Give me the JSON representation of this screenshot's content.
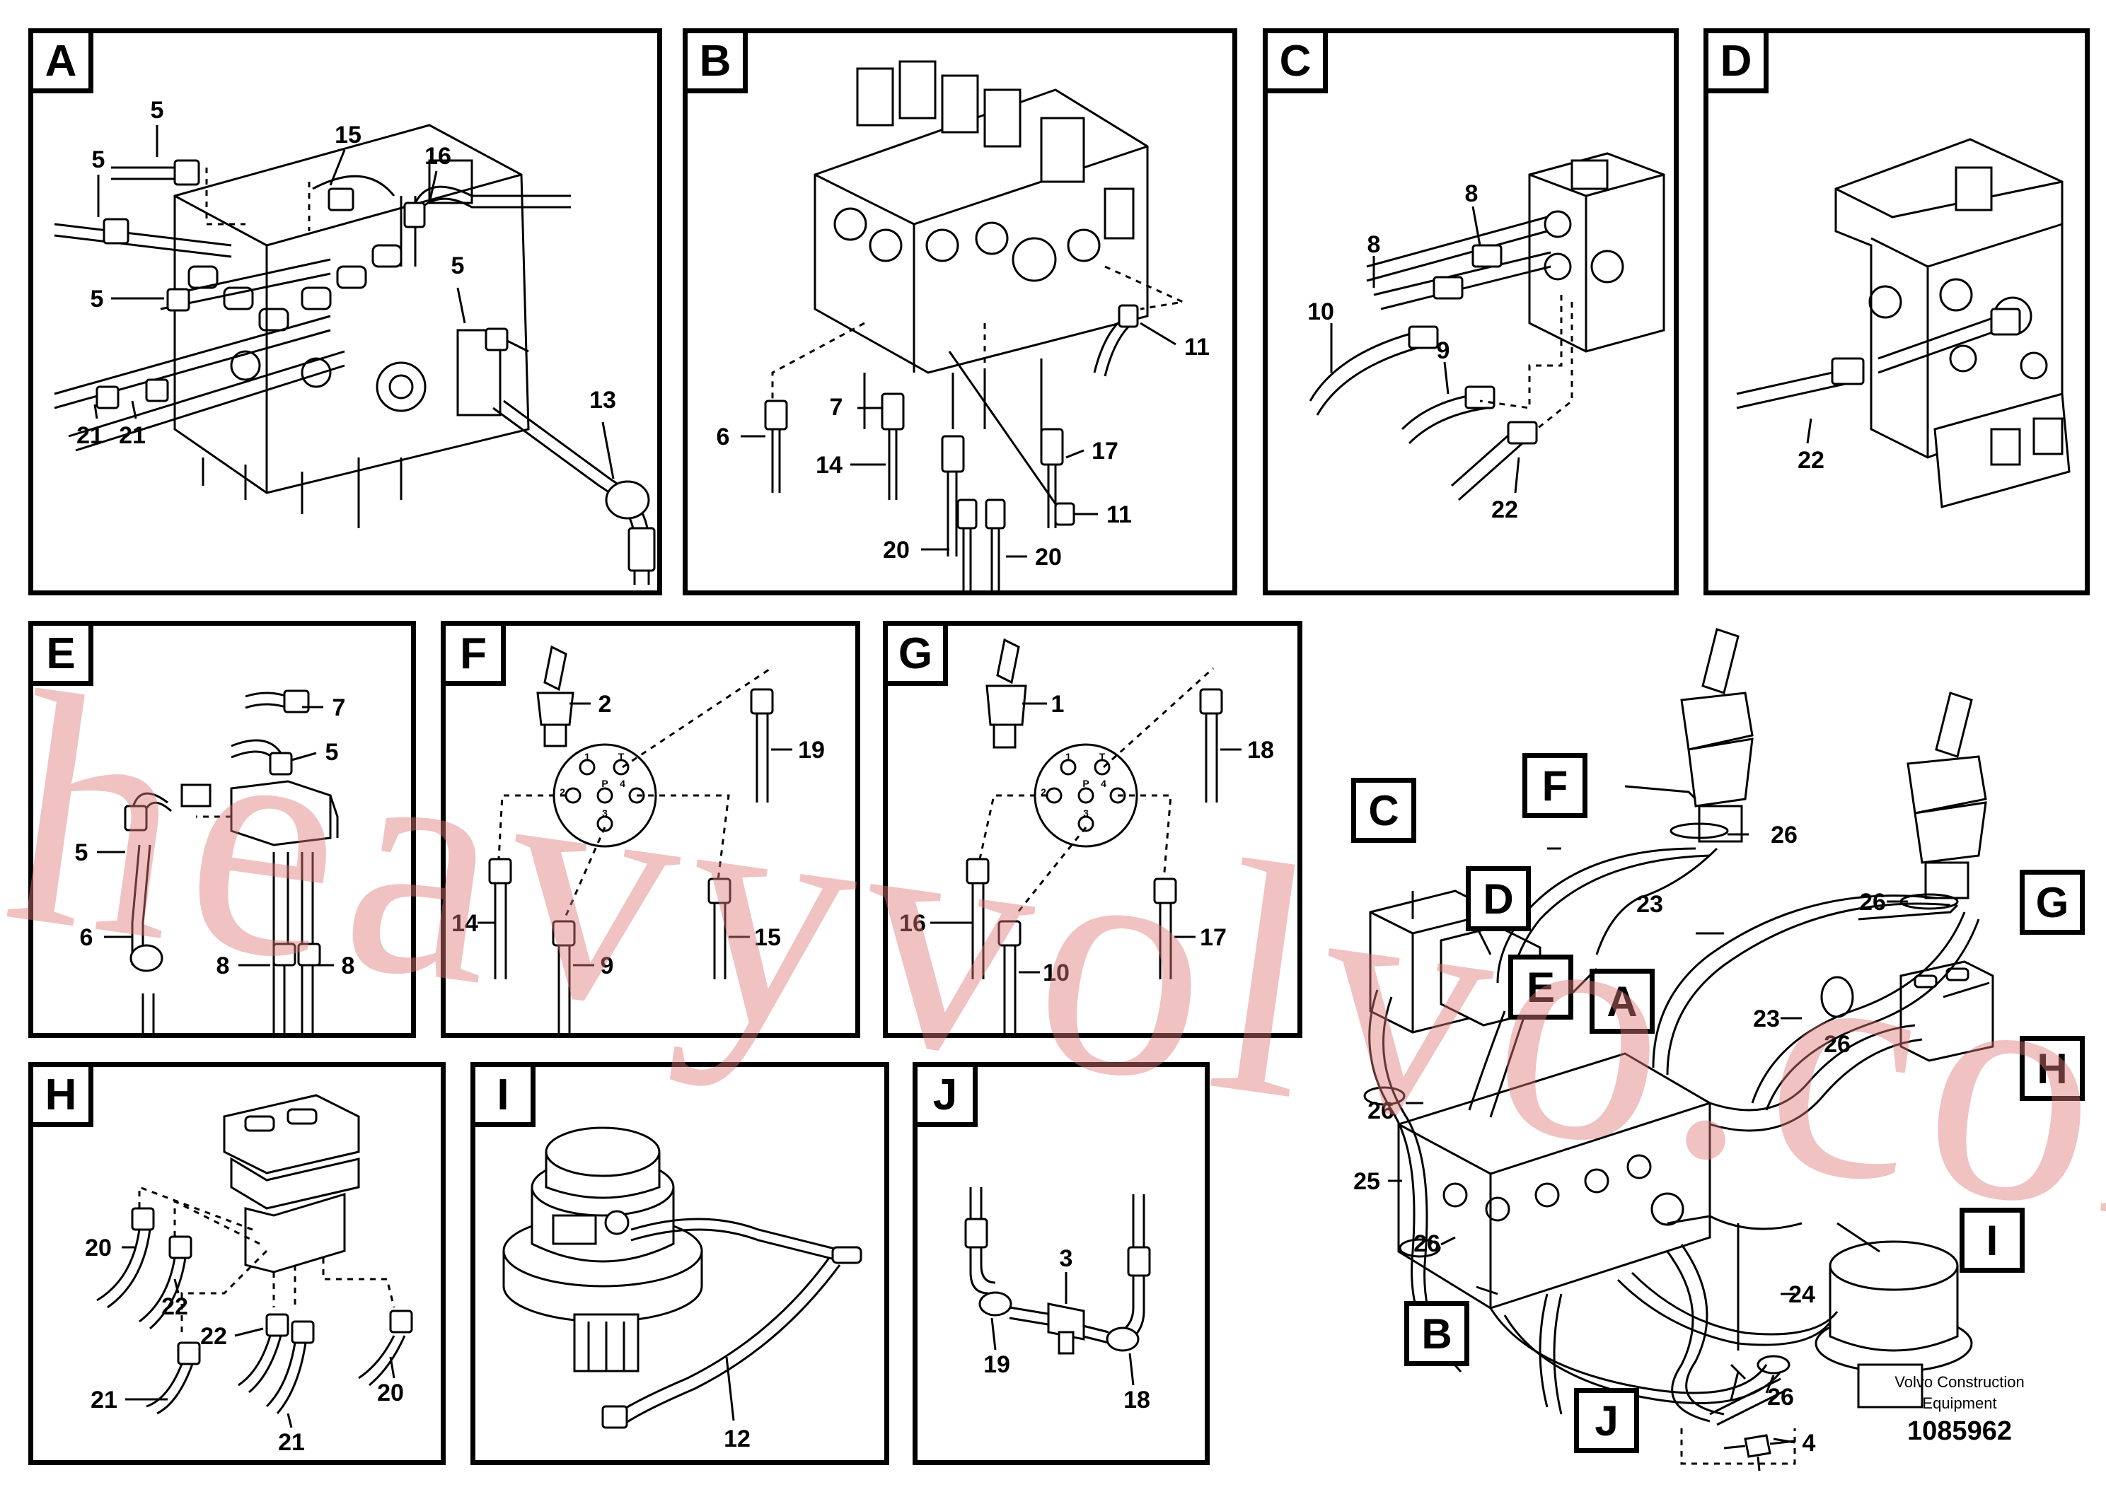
{
  "panels": [
    {
      "id": "A",
      "label": "A",
      "callouts": [
        "5",
        "5",
        "15",
        "16",
        "5",
        "5",
        "13",
        "21",
        "21"
      ]
    },
    {
      "id": "B",
      "label": "B",
      "callouts": [
        "11",
        "7",
        "6",
        "14",
        "17",
        "11",
        "20",
        "20"
      ]
    },
    {
      "id": "C",
      "label": "C",
      "callouts": [
        "8",
        "8",
        "10",
        "9",
        "22"
      ]
    },
    {
      "id": "D",
      "label": "D",
      "callouts": [
        "22"
      ]
    },
    {
      "id": "E",
      "label": "E",
      "callouts": [
        "7",
        "5",
        "5",
        "6",
        "8",
        "8"
      ]
    },
    {
      "id": "F",
      "label": "F",
      "callouts": [
        "2",
        "19",
        "14",
        "15",
        "9"
      ],
      "ports": [
        "1",
        "T",
        "2",
        "P",
        "4",
        "3"
      ]
    },
    {
      "id": "G",
      "label": "G",
      "callouts": [
        "1",
        "18",
        "16",
        "17",
        "10"
      ],
      "ports": [
        "1",
        "T",
        "2",
        "P",
        "4",
        "3"
      ]
    },
    {
      "id": "H",
      "label": "H",
      "callouts": [
        "20",
        "22",
        "22",
        "21",
        "20",
        "21"
      ]
    },
    {
      "id": "I",
      "label": "I",
      "callouts": [
        "12"
      ]
    },
    {
      "id": "J",
      "label": "J",
      "callouts": [
        "3",
        "19",
        "18"
      ]
    }
  ],
  "overview": {
    "box_labels": [
      "C",
      "F",
      "D",
      "E",
      "A",
      "G",
      "H",
      "I",
      "B",
      "J"
    ],
    "callouts": [
      "26",
      "23",
      "26",
      "23",
      "26",
      "26",
      "25",
      "26",
      "24",
      "26",
      "4"
    ]
  },
  "footer": {
    "brand_line1": "Volvo Construction",
    "brand_line2": "Equipment",
    "doc_number": "1085962"
  },
  "watermark": "heavyvolvo.com",
  "colors": {
    "line": "#000000",
    "watermark": "#e08080",
    "background": "#ffffff"
  }
}
